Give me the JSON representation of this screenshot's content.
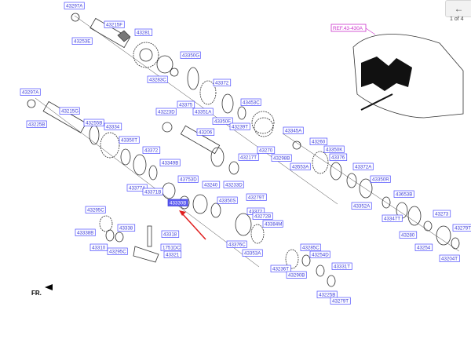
{
  "toolbar": {
    "back_icon": "arrow-left-icon",
    "page_indicator": "1 of 4"
  },
  "ref_label": "REF.43-430A",
  "front_marker": "FR.",
  "parts": [
    "43297A",
    "43215F",
    "43253E",
    "43281",
    "43350G",
    "43283C",
    "43372",
    "43375",
    "43351A",
    "43297A",
    "43215G",
    "43225B",
    "43255B",
    "43334",
    "43223D",
    "43350F",
    "43453C",
    "43239T",
    "43350T",
    "43206",
    "43345A",
    "43372",
    "43270",
    "43298B",
    "43349B",
    "43217T",
    "43260",
    "43350K",
    "43376",
    "43377A",
    "43371B",
    "43233D",
    "43753D",
    "43240",
    "43553A",
    "43372A",
    "43350R",
    "43279T",
    "43350S",
    "43653B",
    "43295C",
    "43372",
    "43272B",
    "43352A",
    "43347T",
    "43273",
    "43338B",
    "43384M",
    "43338",
    "43318",
    "43280",
    "43279T",
    "43310",
    "43295C",
    "43376C",
    "43353A",
    "43285C",
    "43254",
    "1751DC",
    "43321",
    "43254D",
    "43204T",
    "43236T",
    "43290B",
    "43331T",
    "43225B",
    "43279T",
    "43330B"
  ]
}
